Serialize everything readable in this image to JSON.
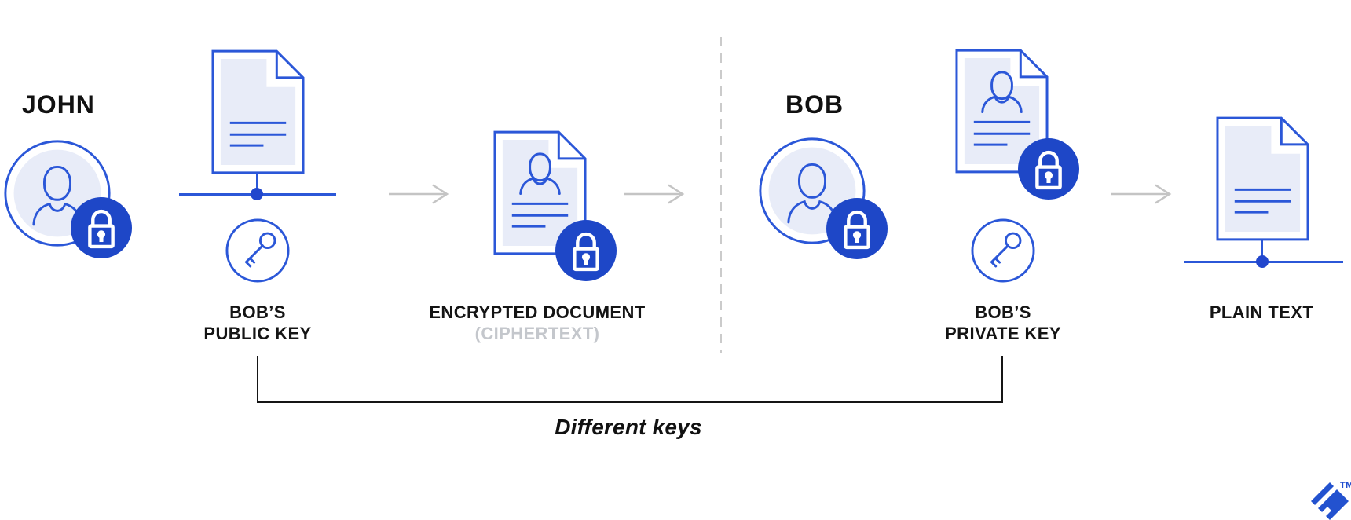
{
  "diagram": {
    "title_hint": "asymmetric encryption flow",
    "sender": {
      "name": "JOHN"
    },
    "receiver": {
      "name": "BOB"
    },
    "keys": {
      "public": {
        "line1": "BOB’S",
        "line2": "PUBLIC KEY"
      },
      "private": {
        "line1": "BOB’S",
        "line2": "PRIVATE KEY"
      }
    },
    "encrypted_document": {
      "line1": "ENCRYPTED DOCUMENT",
      "line2": "(CIPHERTEXT)"
    },
    "plain_text": {
      "label": "PLAIN TEXT"
    },
    "bracket": {
      "label": "Different keys"
    },
    "logo": {
      "trademark": "TM"
    },
    "icons": [
      "person-avatar-icon",
      "lock-badge-icon",
      "document-icon",
      "document-person-icon",
      "key-icon",
      "arrow-right-icon",
      "toptal-logo-icon"
    ],
    "colors": {
      "stroke_blue": "#2b57d8",
      "badge_blue": "#1e47c7",
      "fill_lavender": "#e8ecf8",
      "arrow_gray": "#c4c4c4",
      "divider_gray": "#cbcbcb",
      "ciphertext_gray": "#c4c7cc",
      "text_black": "#141414",
      "brand_blue": "#204ecf"
    }
  }
}
